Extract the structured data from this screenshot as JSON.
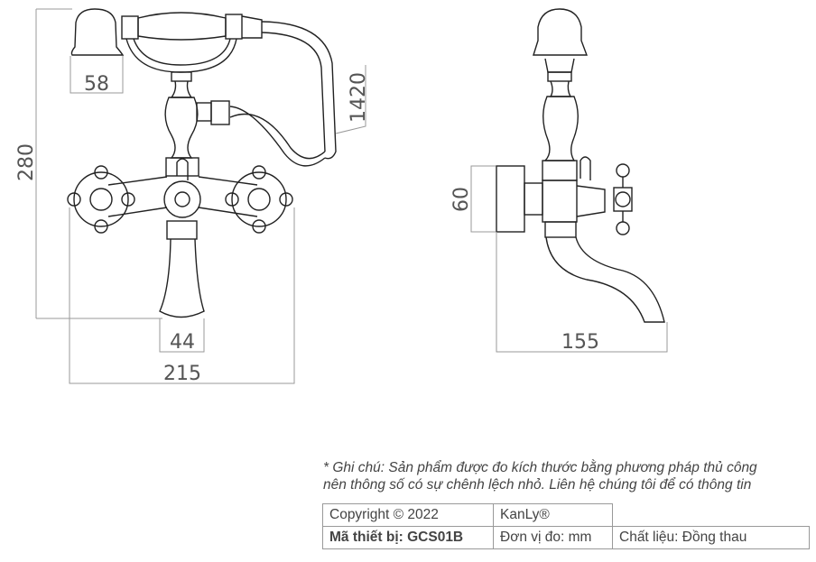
{
  "drawing": {
    "front_view": {
      "dimensions": {
        "handshower_head_width": "58",
        "hose_length": "1420",
        "overall_height": "280",
        "spout_width": "44",
        "overall_width": "215"
      }
    },
    "side_view": {
      "dimensions": {
        "flange_height": "60",
        "projection_depth": "155"
      }
    },
    "line_color": "#222222",
    "dimension_color": "#999999"
  },
  "note": {
    "line1": "* Ghi chú: Sản phẩm được đo kích thước bằng phương pháp thủ công",
    "line2": "nên thông số có sự chênh lệch nhỏ. Liên hệ chúng tôi để có thông tin"
  },
  "spec_table": {
    "rows": [
      [
        "Copyright © 2022",
        "KanLy®",
        ""
      ],
      [
        "Mã thiết bị: GCS01B",
        "Đơn vị đo: mm",
        "Chất liệu: Đồng thau"
      ]
    ]
  }
}
